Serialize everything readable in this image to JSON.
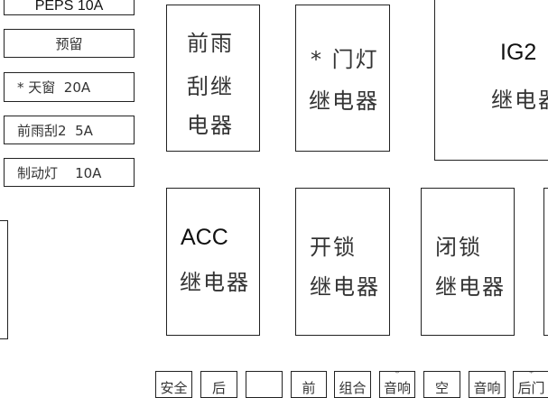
{
  "fuses": [
    {
      "label": "PEPS 10A"
    },
    {
      "label": "预留"
    },
    {
      "label": "* 天窗  20A"
    },
    {
      "label": "前雨刮2  5A"
    },
    {
      "label": "制动灯    10A"
    }
  ],
  "relays": {
    "front_wiper": {
      "lines": [
        "前雨",
        "刮继",
        "电器"
      ]
    },
    "door_light": {
      "lines": [
        "*  门灯",
        "继电器"
      ]
    },
    "ig2": {
      "lines": [
        "IG2",
        "继电器"
      ]
    },
    "acc": {
      "lines": [
        "ACC",
        "继电器"
      ]
    },
    "unlock": {
      "lines": [
        "开锁",
        "继电器"
      ]
    },
    "lock": {
      "lines": [
        "闭锁",
        "继电器"
      ]
    }
  },
  "bottom_fuses": [
    {
      "label": "安全",
      "star": ""
    },
    {
      "label": "后",
      "star": ""
    },
    {
      "label": "",
      "star": ""
    },
    {
      "label": "前",
      "star": ""
    },
    {
      "label": "组合",
      "star": ""
    },
    {
      "label": "音响",
      "star": "*"
    },
    {
      "label": "空",
      "star": ""
    },
    {
      "label": "音响",
      "star": ""
    },
    {
      "label": "后门",
      "star": "*"
    }
  ]
}
